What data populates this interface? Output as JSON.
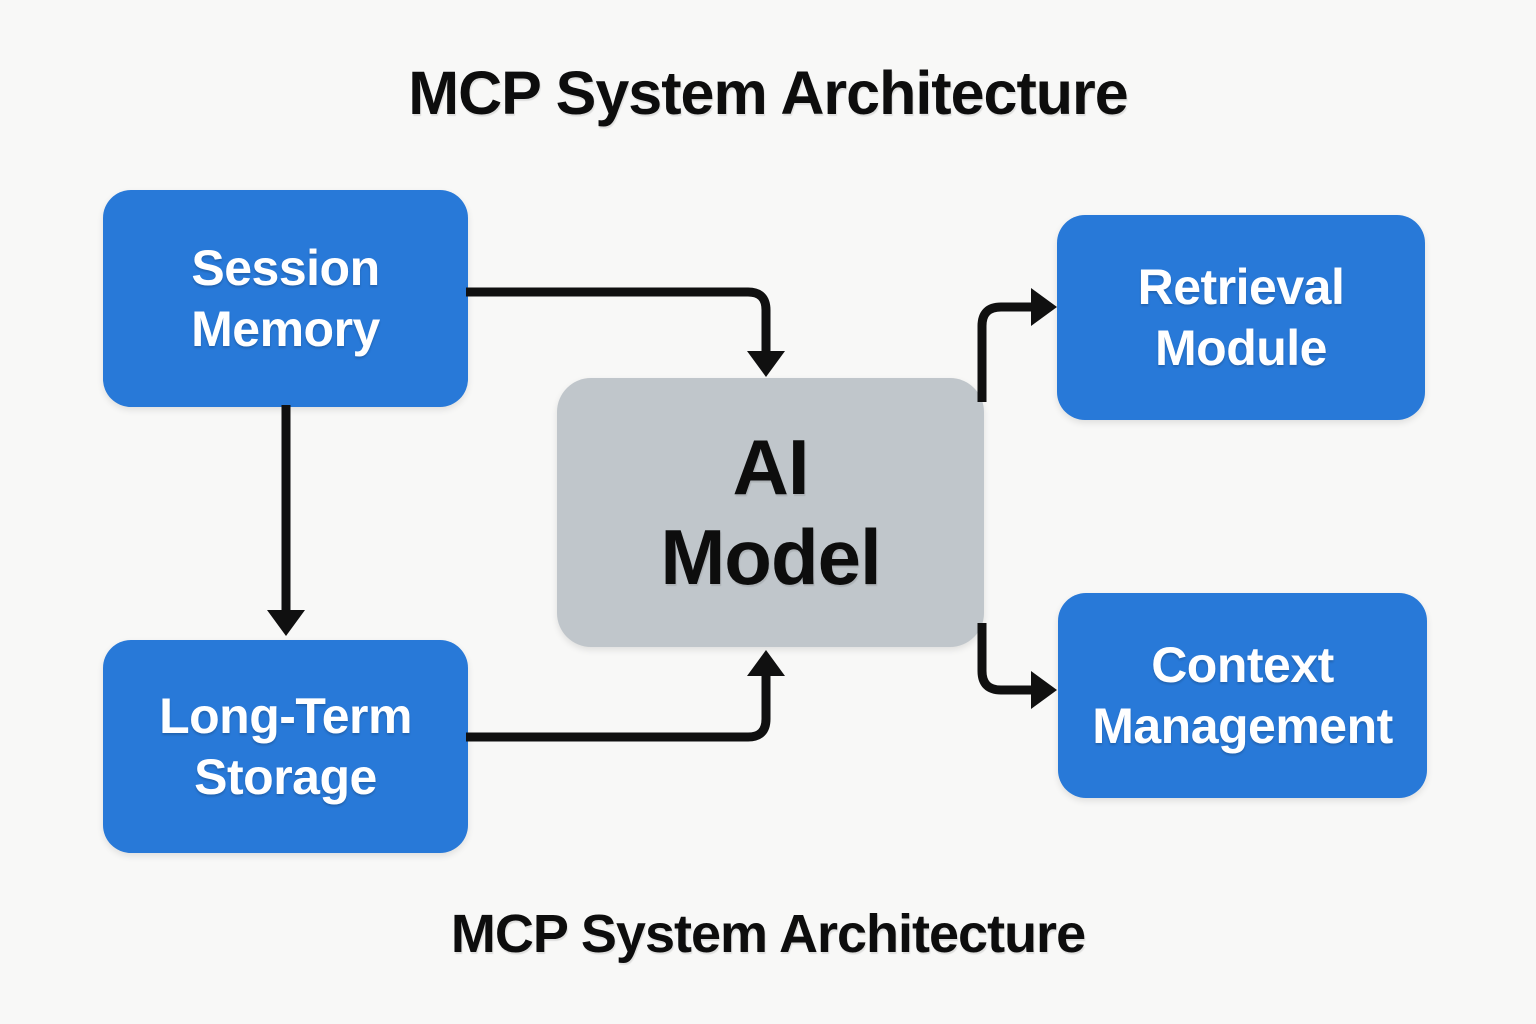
{
  "diagram": {
    "title_top": "MCP System Architecture",
    "title_bottom": "MCP System Architecture",
    "nodes": {
      "session_memory": {
        "line1": "Session",
        "line2": "Memory"
      },
      "long_term_storage": {
        "line1": "Long-Term",
        "line2": "Storage"
      },
      "ai_model": {
        "line1": "AI",
        "line2": "Model"
      },
      "retrieval_module": {
        "line1": "Retrieval",
        "line2": "Module"
      },
      "context_management": {
        "line1": "Context",
        "line2": "Management"
      }
    },
    "edges": [
      {
        "from": "Session Memory",
        "to": "AI Model"
      },
      {
        "from": "Session Memory",
        "to": "Long-Term Storage"
      },
      {
        "from": "Long-Term Storage",
        "to": "AI Model"
      },
      {
        "from": "AI Model",
        "to": "Retrieval Module"
      },
      {
        "from": "AI Model",
        "to": "Context Management"
      }
    ],
    "colors": {
      "node_primary": "#2879d8",
      "node_model_fill": "#c0c6cb",
      "node_primary_text": "#ffffff",
      "node_model_text": "#0d0d0d",
      "arrow": "#101010",
      "title_text": "#0d0d0d",
      "background": "#f8f8f7"
    }
  }
}
